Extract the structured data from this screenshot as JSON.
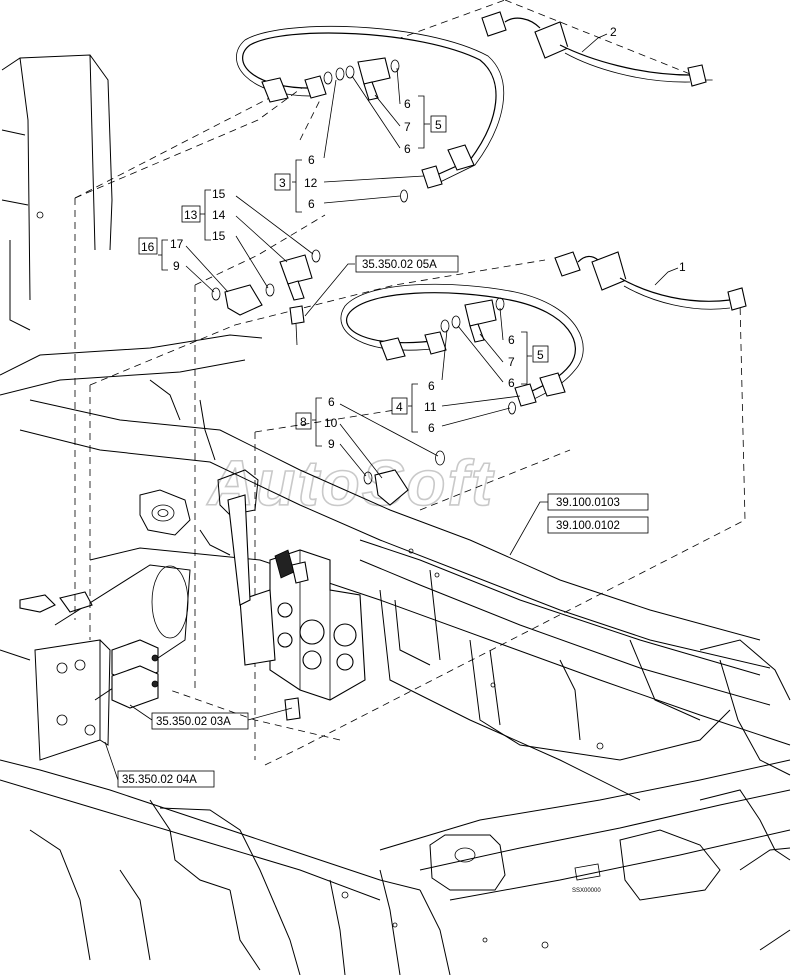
{
  "watermark": "AutoSoft",
  "callouts": {
    "c1": "1",
    "c2": "2",
    "c6a": "6",
    "c7a": "7",
    "c6b": "6",
    "c5a": "5",
    "c3": "3",
    "c6c": "6",
    "c12": "12",
    "c6d": "6",
    "c13": "13",
    "c15a": "15",
    "c14": "14",
    "c15b": "15",
    "c16": "16",
    "c17": "17",
    "c9a": "9",
    "c6e": "6",
    "c7b": "7",
    "c6f": "6",
    "c5b": "5",
    "c4": "4",
    "c6g": "6",
    "c11": "11",
    "c6h": "6",
    "c8": "8",
    "c6i": "6",
    "c10": "10",
    "c9b": "9"
  },
  "references": {
    "r1": "35.350.02 05A",
    "r2": "39.100.0103",
    "r3": "39.100.0102",
    "r4": "35.350.02 03A",
    "r5": "35.350.02 04A"
  },
  "code": "SSX00000"
}
